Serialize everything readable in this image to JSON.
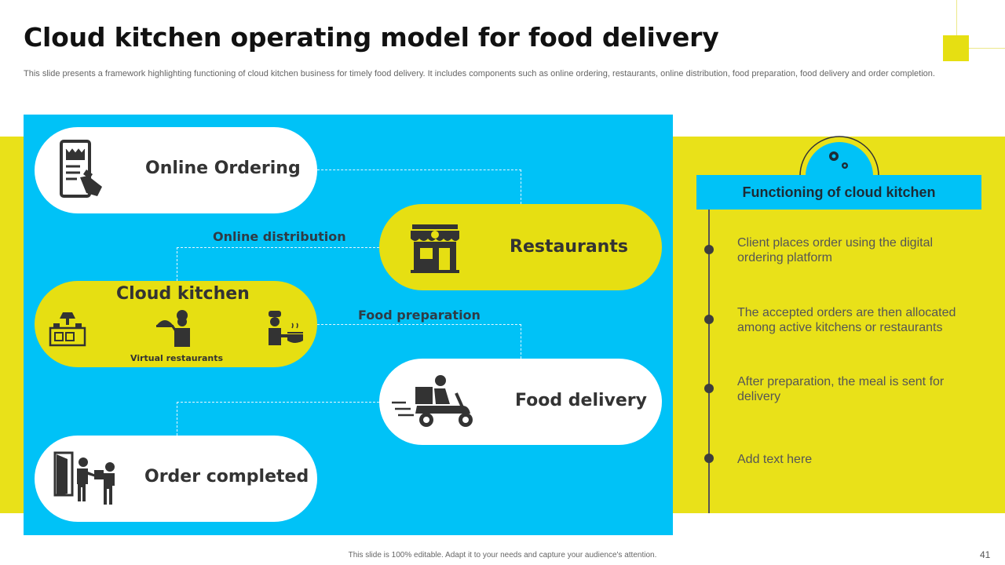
{
  "header": {
    "title": "Cloud kitchen operating model for food delivery",
    "subtitle": "This slide presents a framework highlighting functioning of cloud kitchen business for timely food delivery. It includes components such as online ordering, restaurants, online distribution, food preparation, food delivery and order completion."
  },
  "diagram": {
    "online_ordering": "Online Ordering",
    "restaurants": "Restaurants",
    "cloud_kitchen": "Cloud kitchen",
    "virtual_restaurants": "Virtual restaurants",
    "food_delivery": "Food delivery",
    "order_completed": "Order completed",
    "online_distribution": "Online distribution",
    "food_preparation": "Food preparation"
  },
  "sidebar": {
    "heading": "Functioning of cloud kitchen",
    "steps": [
      "Client places order using the digital ordering platform",
      "The accepted orders are then allocated among active kitchens or restaurants",
      "After preparation, the meal is sent for delivery",
      "Add text here"
    ]
  },
  "footer": {
    "note": "This slide is 100% editable. Adapt it to your needs and capture your audience's attention.",
    "page_number": "41"
  },
  "colors": {
    "accent_blue": "#00c2f7",
    "accent_yellow": "#e9e119",
    "text_dark": "#111111"
  }
}
